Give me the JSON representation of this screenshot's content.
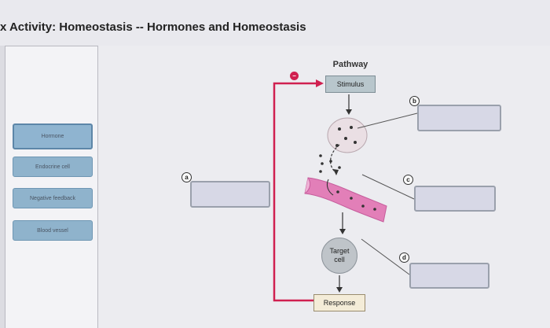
{
  "header": {
    "title": "x Activity: Homeostasis -- Hormones and Homeostasis"
  },
  "label_bank": [
    {
      "label": "Hormone",
      "selected": true
    },
    {
      "label": "Endocrine cell",
      "selected": false
    },
    {
      "label": "Negative feedback",
      "selected": false
    },
    {
      "label": "Blood vessel",
      "selected": false
    }
  ],
  "diagram": {
    "pathway_title": "Pathway",
    "stimulus": "Stimulus",
    "target_cell_line1": "Target",
    "target_cell_line2": "cell",
    "response": "Response",
    "negative_sign": "−"
  },
  "targets": [
    {
      "marker": "a"
    },
    {
      "marker": "b"
    },
    {
      "marker": "c"
    },
    {
      "marker": "d"
    }
  ],
  "colors": {
    "chip": "#8fb3cc",
    "drop_box": "#d7d8e6",
    "feedback_line": "#d02050",
    "blood_vessel": "#e27fb8"
  }
}
